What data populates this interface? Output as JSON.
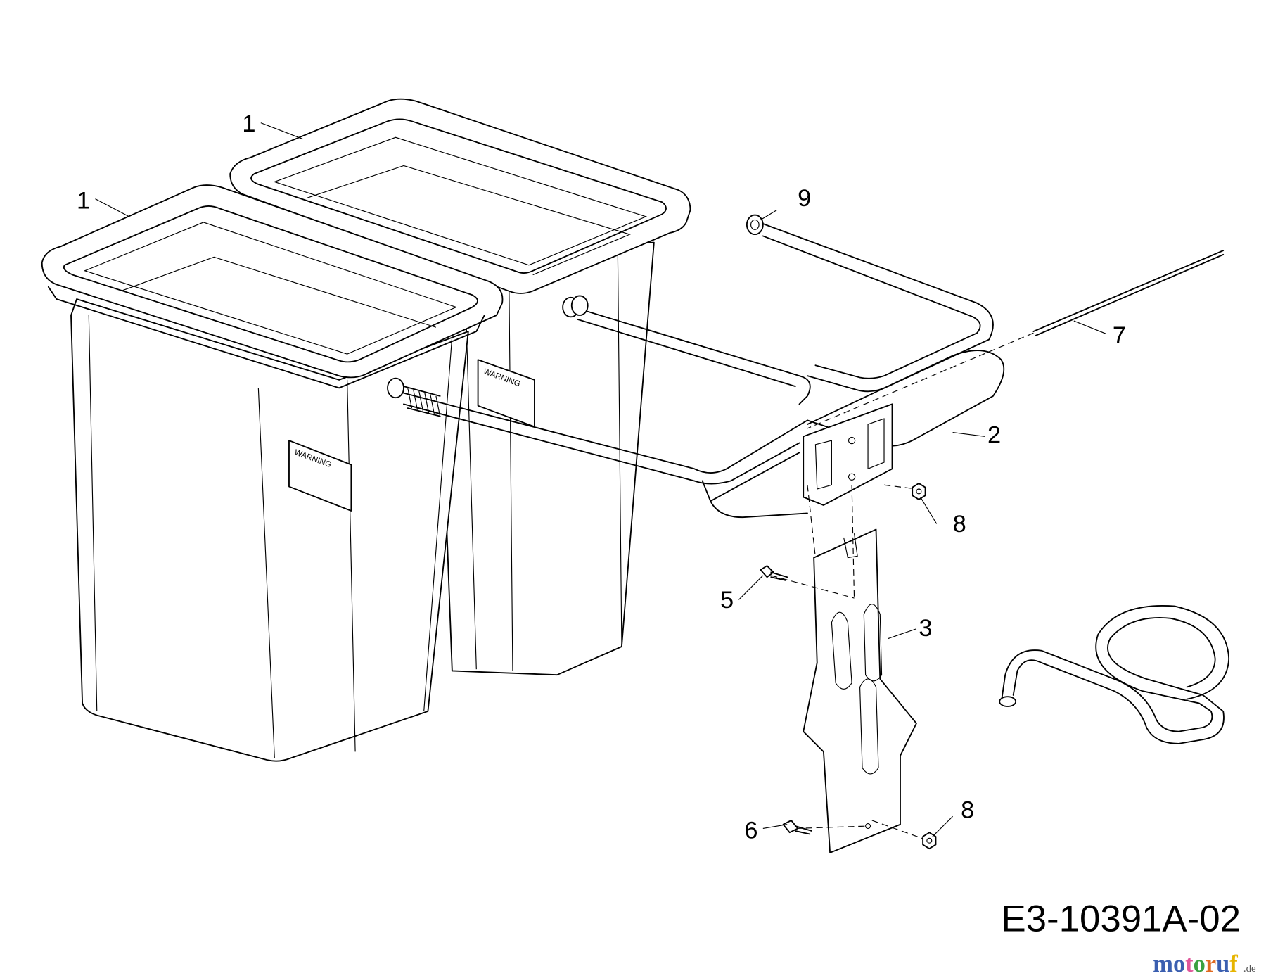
{
  "diagram": {
    "callouts": [
      {
        "id": "1a",
        "label": "1"
      },
      {
        "id": "1b",
        "label": "1"
      },
      {
        "id": "2",
        "label": "2"
      },
      {
        "id": "3",
        "label": "3"
      },
      {
        "id": "5",
        "label": "5"
      },
      {
        "id": "6",
        "label": "6"
      },
      {
        "id": "7",
        "label": "7"
      },
      {
        "id": "8a",
        "label": "8"
      },
      {
        "id": "8b",
        "label": "8"
      },
      {
        "id": "9",
        "label": "9"
      }
    ],
    "decal_text": "WARNING",
    "drawing_code": "E3-10391A-02",
    "watermark": {
      "text": "motoruf",
      "suffix": ".de",
      "colors": [
        "#3b5fb0",
        "#3b5fb0",
        "#e0569a",
        "#3aa040",
        "#e06a20",
        "#3b5fb0",
        "#e6b400"
      ]
    }
  }
}
